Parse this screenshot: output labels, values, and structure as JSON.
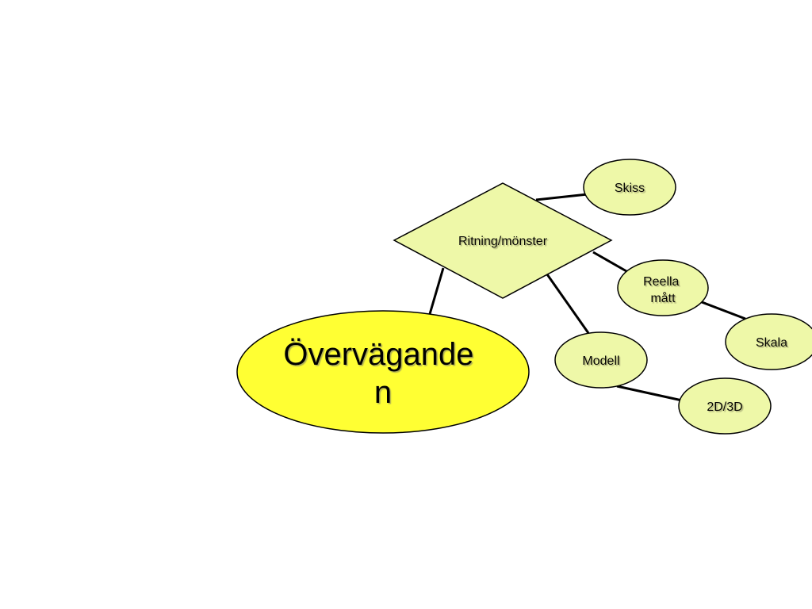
{
  "diagram": {
    "colors": {
      "main_fill": "#ffff33",
      "node_fill": "#eef8a8",
      "line": "#000000"
    },
    "main": {
      "line1": "Övervägande",
      "line2": "n"
    },
    "hub": {
      "label": "Ritning/mönster"
    },
    "nodes": {
      "skiss": {
        "label": "Skiss"
      },
      "reella": {
        "line1": "Reella",
        "line2": "mått"
      },
      "skala": {
        "label": "Skala"
      },
      "modell": {
        "label": "Modell"
      },
      "dim": {
        "label": "2D/3D"
      }
    }
  }
}
